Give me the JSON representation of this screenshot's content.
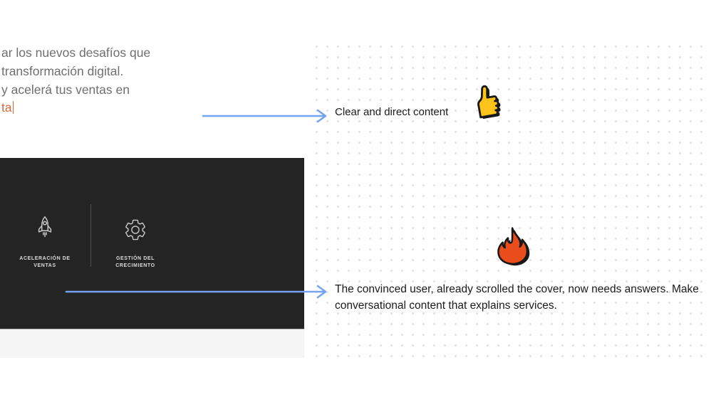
{
  "canvas": {
    "cover_text": {
      "lines": [
        "ar los nuevos desafíos que",
        "transformación digital.",
        "y acelerá tus ventas en"
      ],
      "highlighted_text": "ta"
    },
    "annotation1": {
      "label": "Clear and direct content",
      "emoji": "thumbs-up"
    },
    "annotation2": {
      "lines": [
        "The convinced user, already scrolled the cover, now needs answers. Make",
        "conversational content that explains services."
      ],
      "emoji": "fire"
    },
    "website_preview": {
      "services": [
        {
          "icon": "rocket-icon",
          "label_lines": [
            "ACELERACIÓN DE",
            "VENTAS"
          ]
        },
        {
          "icon": "gear-icon",
          "label_lines": [
            "GESTIÓN DEL",
            "CRECIMIENTO"
          ]
        }
      ]
    },
    "colors": {
      "arrow": "#74A3F0",
      "highlight_text": "#D2693C",
      "preview_background": "#242424",
      "cover_text": "#6F6F6F",
      "annotation_text": "#1B1B1B",
      "thumb_fill": "#FFC31A",
      "fire_fill": "#EA4D1C"
    }
  }
}
